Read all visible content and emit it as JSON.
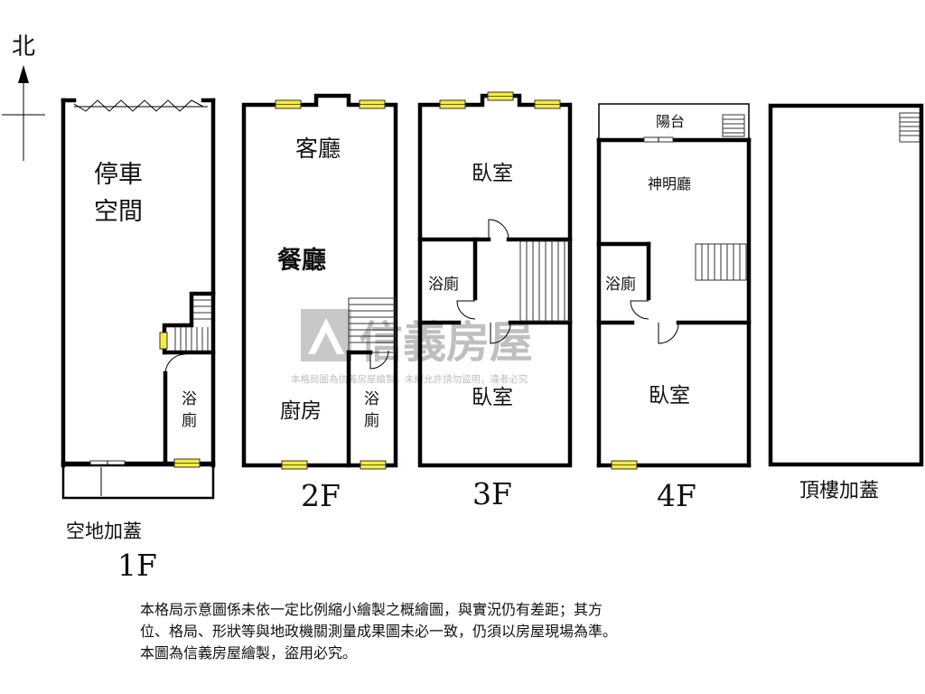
{
  "compass": {
    "label": "北"
  },
  "floors": [
    {
      "id": "1F",
      "label": "1F",
      "rooms": {
        "parking": [
          "停車",
          "空間"
        ],
        "bath": [
          "浴",
          "廁"
        ]
      },
      "extension": "空地加蓋"
    },
    {
      "id": "2F",
      "label": "2F",
      "rooms": {
        "living": "客廳",
        "dining": "餐廳",
        "kitchen": "廚房",
        "bath": [
          "浴",
          "廁"
        ]
      }
    },
    {
      "id": "3F",
      "label": "3F",
      "rooms": {
        "bedroom_north": "臥室",
        "bath": "浴廁",
        "bedroom_south": "臥室"
      }
    },
    {
      "id": "4F",
      "label": "4F",
      "rooms": {
        "balcony": "陽台",
        "shrine": "神明廳",
        "bath": "浴廁",
        "bedroom": "臥室"
      }
    },
    {
      "id": "roof",
      "label": "頂樓加蓋"
    }
  ],
  "watermark": {
    "brand": "信義房屋",
    "notice": "本格局圖為信義房屋繪製，未經允許請勿盜用，違者必究"
  },
  "disclaimer": [
    "本格局示意圖係未依一定比例縮小繪製之概繪圖，與實況仍有差距；其方",
    "位、格局、形狀等與地政機關測量成果圖未必一致，仍須以房屋現場為準。",
    "本圖為信義房屋繪製，盜用必究。"
  ],
  "colors": {
    "window": "#f5ec3c",
    "wall": "#000000",
    "watermark": "#bfbfbf"
  }
}
